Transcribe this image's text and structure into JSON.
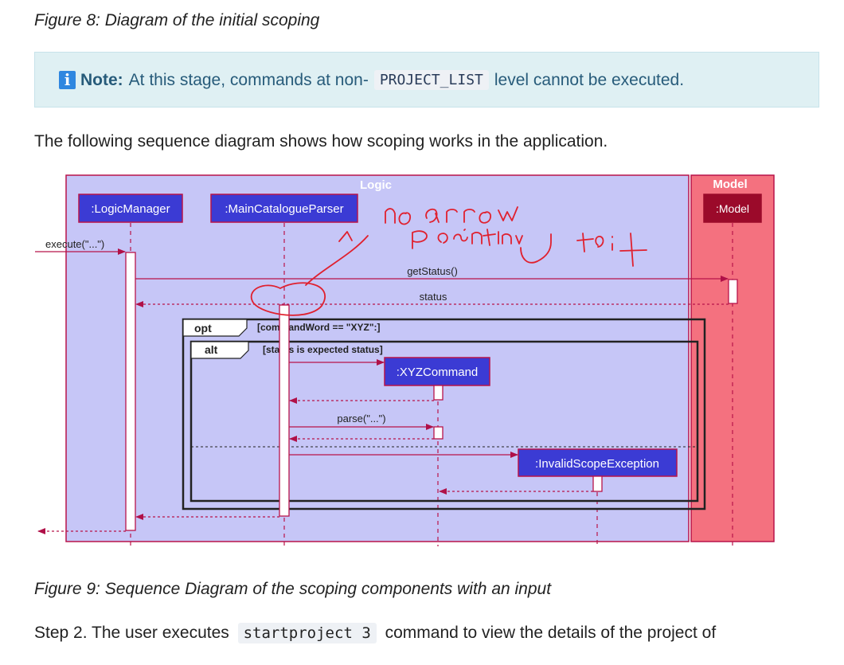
{
  "fig8_caption": "Figure 8: Diagram of the initial scoping",
  "note": {
    "icon": "info-icon",
    "bold": "Note:",
    "before": "At this stage, commands at non-",
    "code": "PROJECT_LIST",
    "after": "level cannot be executed."
  },
  "para1": "The following sequence diagram shows how scoping works in the application.",
  "diagram": {
    "logic_box_title": "Logic",
    "model_box_title": "Model",
    "lifelines": {
      "logic_manager": ":LogicManager",
      "parser": ":MainCatalogueParser",
      "model": ":Model",
      "xyz_command": ":XYZCommand",
      "invalid_exception": ":InvalidScopeException"
    },
    "messages": {
      "execute": "execute(\"...\")",
      "get_status": "getStatus()",
      "status": "status",
      "parse": "parse(\"...\")"
    },
    "fragments": {
      "opt_label": "opt",
      "opt_guard": "[commandWord == \"XYZ\":]",
      "alt_label": "alt",
      "alt_guard": "[status is expected status]"
    },
    "handwritten_annotation": "no arrow pointing to it"
  },
  "fig9_caption": "Figure 9: Sequence Diagram of the scoping components with an input",
  "para2": {
    "before": "Step 2. The user executes",
    "code": "startproject 3",
    "after": "command to view the details of the project of"
  }
}
